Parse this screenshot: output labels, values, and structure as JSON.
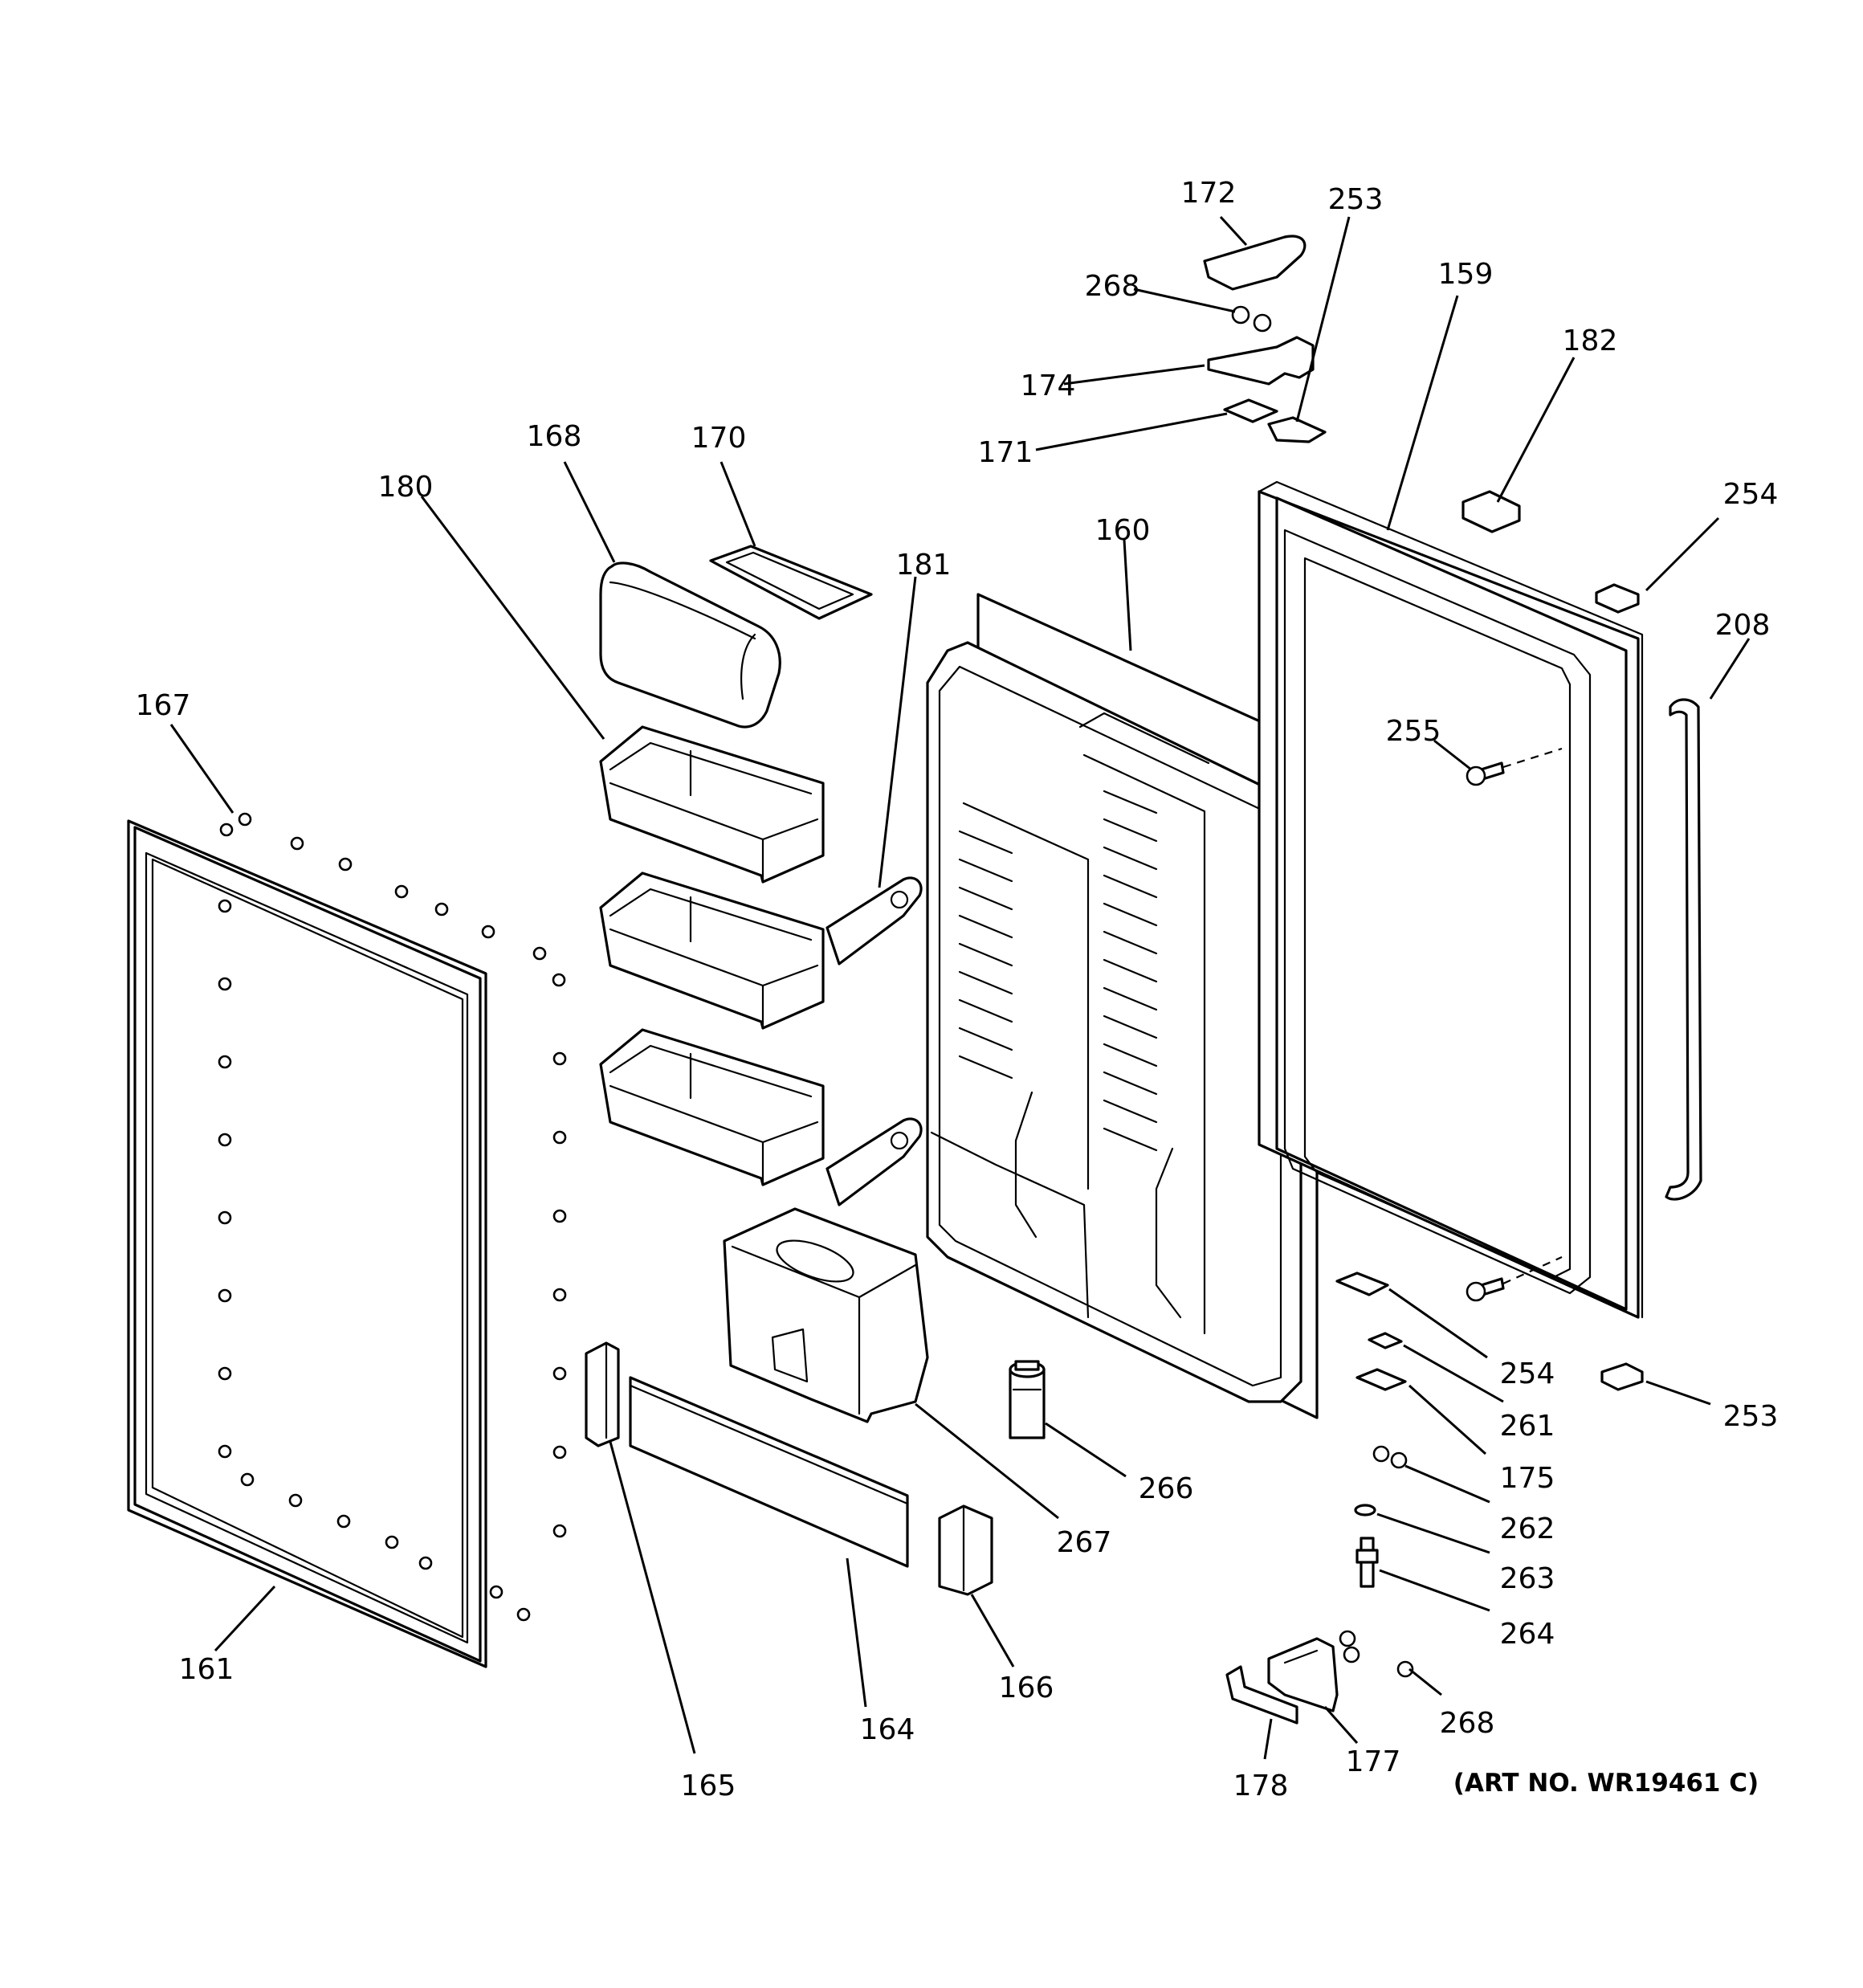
{
  "art_number": "(ART NO. WR19461 C)",
  "callouts": [
    "159",
    "160",
    "161",
    "164",
    "165",
    "166",
    "167",
    "168",
    "170",
    "171",
    "172",
    "174",
    "175",
    "177",
    "178",
    "180",
    "181",
    "182",
    "208",
    "253",
    "253",
    "254",
    "254",
    "255",
    "261",
    "262",
    "263",
    "264",
    "266",
    "267",
    "268",
    "268"
  ],
  "parts": [
    "door-outer-panel",
    "door-liner",
    "door-gasket",
    "bin-cover",
    "bin-cover-insert",
    "door-bin-1",
    "door-bin-2",
    "door-bin-3",
    "bin-divider-1",
    "bin-divider-2",
    "water-dispenser-housing",
    "water-filter",
    "kick-shelf-rail",
    "rail-end-cap-left",
    "rail-end-cap-right",
    "door-handle",
    "top-hinge-cover",
    "top-hinge",
    "hinge-shim",
    "door-cap-top",
    "door-cap-bottom",
    "bottom-hinge",
    "bottom-hinge-shim",
    "hinge-pin",
    "hinge-washer",
    "label-pad"
  ]
}
